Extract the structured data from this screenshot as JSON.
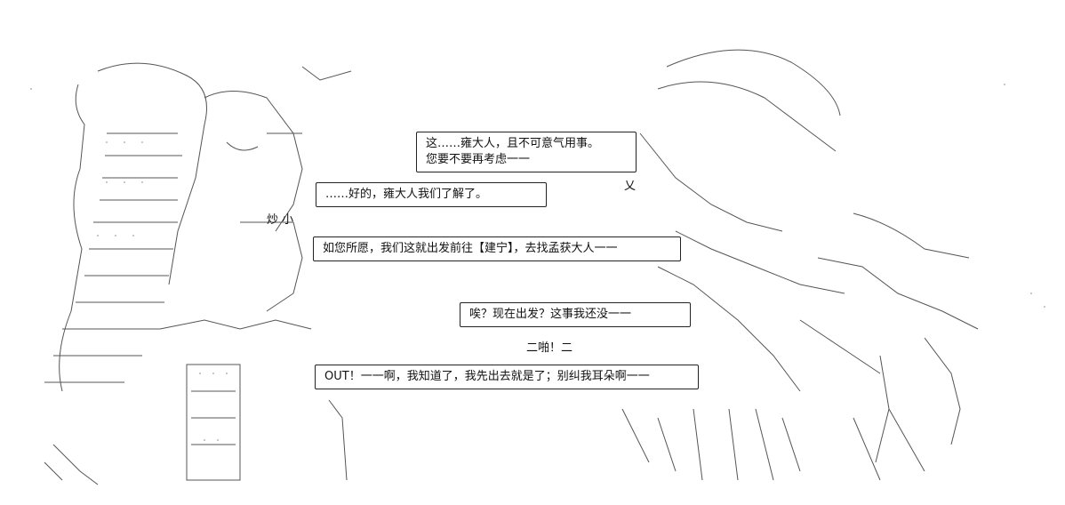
{
  "dialogue": {
    "line1": "这……雍大人，且不可意气用事。",
    "line2": "您要不要再考虑一一",
    "line3": "……好的，雍大人我们了解了。",
    "line4": "如您所愿，我们这就出发前往【建宁】，去找孟获大人一一",
    "line5": "唉？现在出发？这事我还没一一",
    "line6": "二啪！二",
    "line7": "OUT！一一啊，我知道了，我先出去就是了；别纠我耳朵啊一一"
  },
  "ascii_marks": {
    "name_tag": "炒 小",
    "speaker_mark": "乂"
  }
}
